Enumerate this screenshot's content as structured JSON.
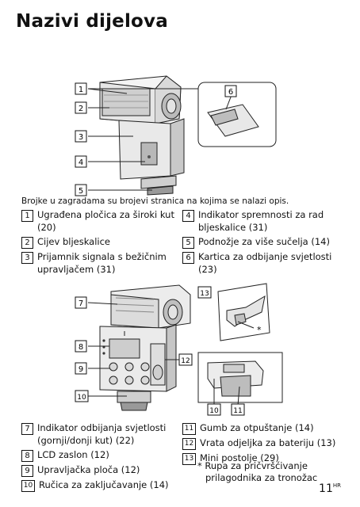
{
  "page_title": "Nazivi dijelova",
  "note": "Brojke u zagradama su brojevi stranica na kojima se nalazi opis.",
  "callouts": {
    "c1": "1",
    "c2": "2",
    "c3": "3",
    "c4": "4",
    "c5": "5",
    "c6": "6",
    "c7": "7",
    "c8": "8",
    "c9": "9",
    "c10": "10",
    "c11": "11",
    "c12": "12",
    "c13": "13",
    "asterisk": "*"
  },
  "list_top_left": [
    {
      "num": "1",
      "text": "Ugrađena pločica za široki kut (20)"
    },
    {
      "num": "2",
      "text": "Cijev bljeskalice"
    },
    {
      "num": "3",
      "text": "Prijamnik signala s bežičnim upravljačem (31)"
    }
  ],
  "list_top_right": [
    {
      "num": "4",
      "text": "Indikator spremnosti za rad bljeskalice (31)"
    },
    {
      "num": "5",
      "text": "Podnožje za više sučelja (14)"
    },
    {
      "num": "6",
      "text": "Kartica za odbijanje svjetlosti (23)"
    }
  ],
  "list_bottom_left": [
    {
      "num": "7",
      "text": "Indikator odbijanja svjetlosti (gornji/donji kut) (22)"
    },
    {
      "num": "8",
      "text": "LCD zaslon (12)"
    },
    {
      "num": "9",
      "text": "Upravljačka ploča (12)"
    },
    {
      "num": "10",
      "text": "Ručica za zaključavanje (14)"
    }
  ],
  "list_bottom_right": [
    {
      "num": "11",
      "text": "Gumb za otpuštanje (14)"
    },
    {
      "num": "12",
      "text": "Vrata odjeljka za bateriju (13)"
    },
    {
      "num": "13",
      "text": "Mini postolje (29)"
    }
  ],
  "footnote_line1": "* Rupa za pričvršćivanje",
  "footnote_line2": "prilagodnika za tronožac",
  "page_number": "11",
  "page_lang": "HR"
}
